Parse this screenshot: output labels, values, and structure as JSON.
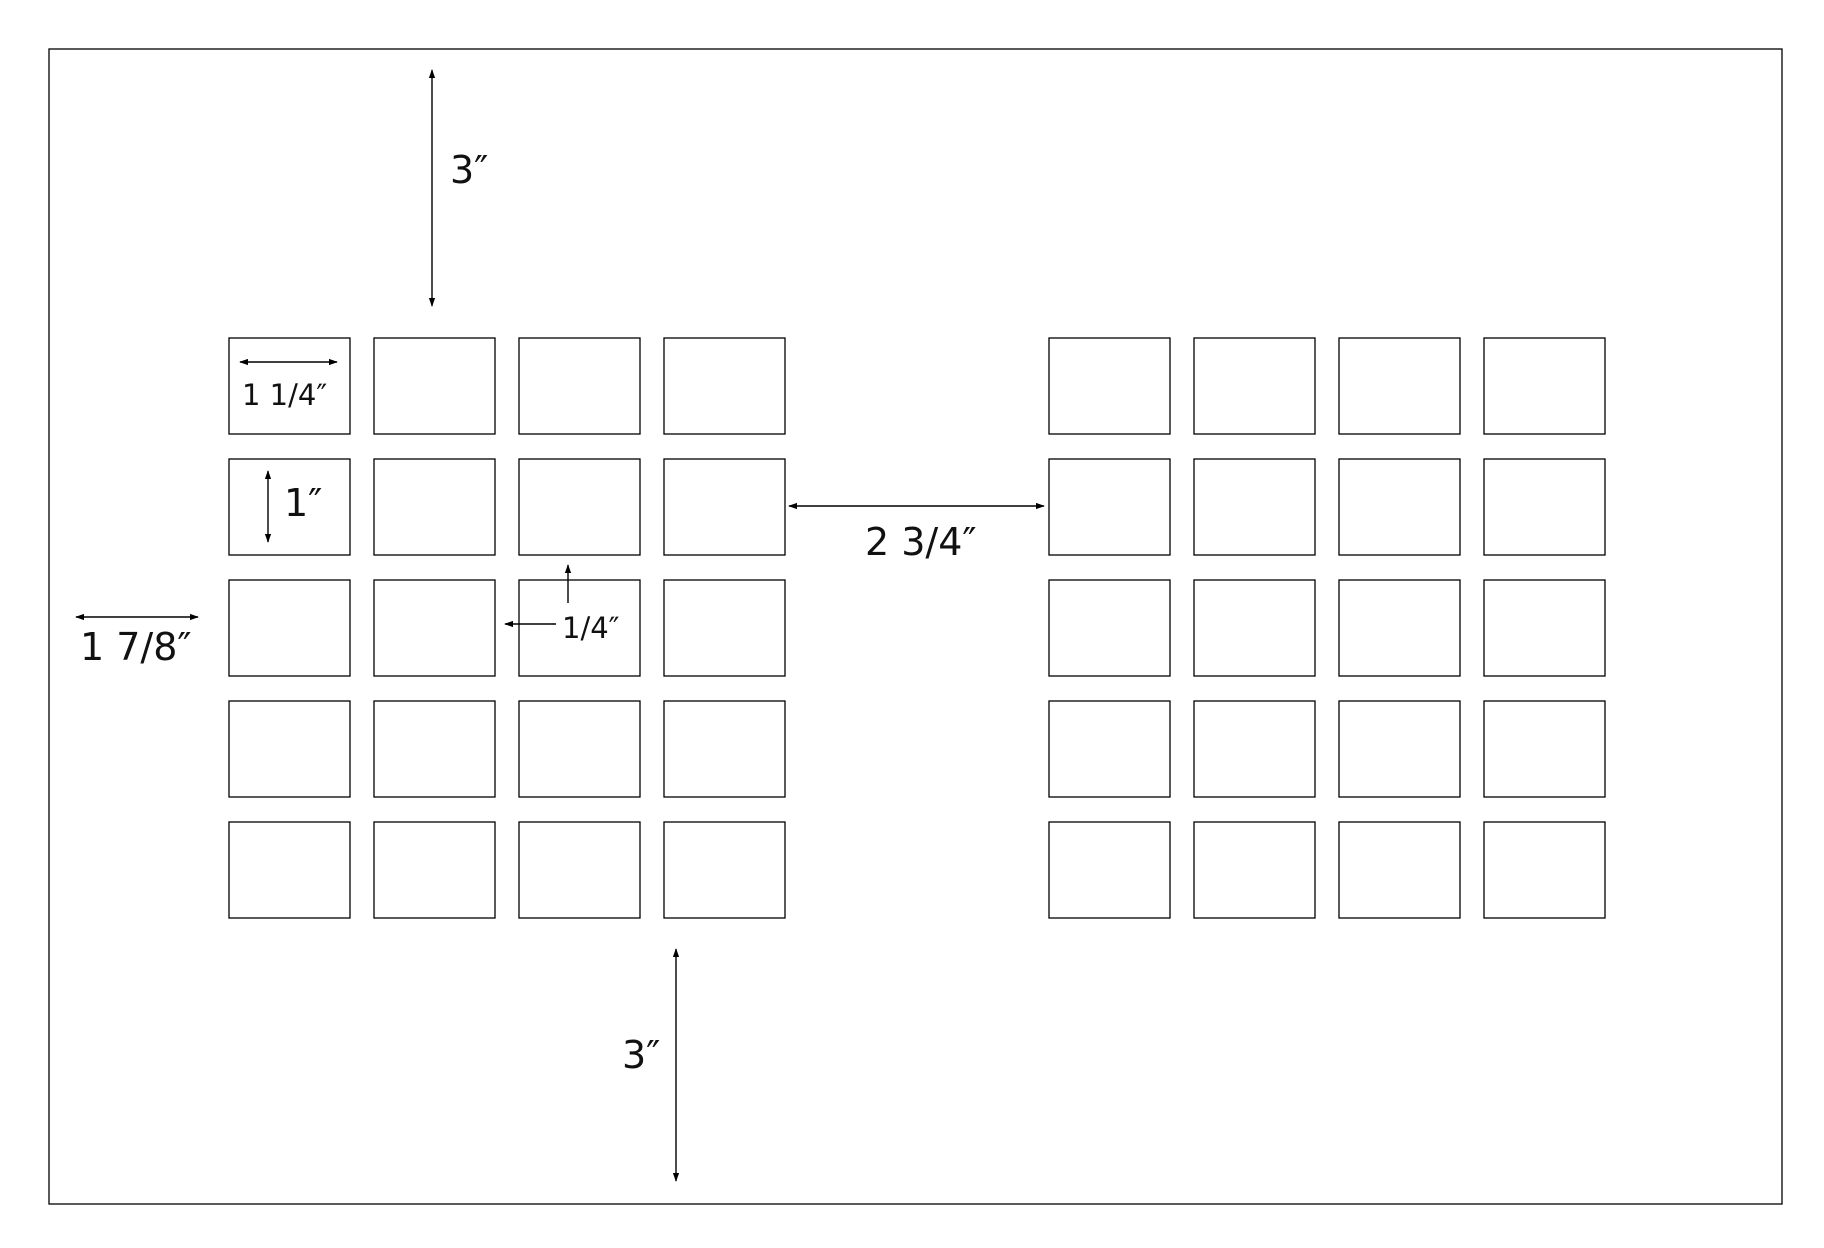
{
  "diagram": {
    "colors": {
      "stroke": "#000000",
      "background": "#ffffff",
      "text": "#111111"
    },
    "grids": {
      "columns_per_grid": 4,
      "rows_per_grid": 5,
      "count": 2
    },
    "dimensions": {
      "top_margin": "3″",
      "bottom_margin": "3″",
      "label_width": "1 1/4″",
      "label_height": "1″",
      "gap": "1/4″",
      "side_margin": "1 7/8″",
      "center_gap": "2 3/4″"
    }
  }
}
